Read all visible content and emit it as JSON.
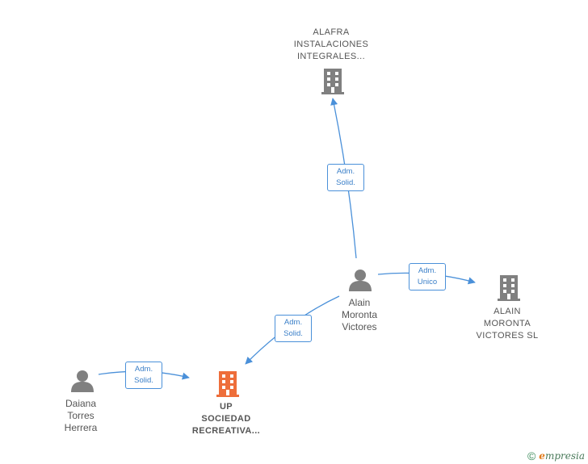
{
  "colors": {
    "edge": "#4a90d9",
    "company": "#808080",
    "company_focus": "#ee6e3a",
    "person": "#808080"
  },
  "nodes": {
    "alafra": {
      "label": "ALAFRA\nINSTALACIONES\nINTEGRALES...",
      "icon": "building-icon"
    },
    "alain": {
      "label": "Alain\nMoronta\nVictores",
      "icon": "person-icon"
    },
    "alain_sl": {
      "label": "ALAIN\nMORONTA\nVICTORES  SL",
      "icon": "building-icon"
    },
    "up": {
      "label": "UP\nSOCIEDAD\nRECREATIVA...",
      "icon": "building-icon"
    },
    "daiana": {
      "label": "Daiana\nTorres\nHerrera",
      "icon": "person-icon"
    }
  },
  "edges": {
    "alain_alafra": "Adm.\nSolid.",
    "alain_alain_sl": "Adm.\nUnico",
    "alain_up": "Adm.\nSolid.",
    "daiana_up": "Adm.\nSolid."
  },
  "footer": {
    "copyright_symbol": "©",
    "brand_initial": "e",
    "brand_rest": "mpresia"
  }
}
